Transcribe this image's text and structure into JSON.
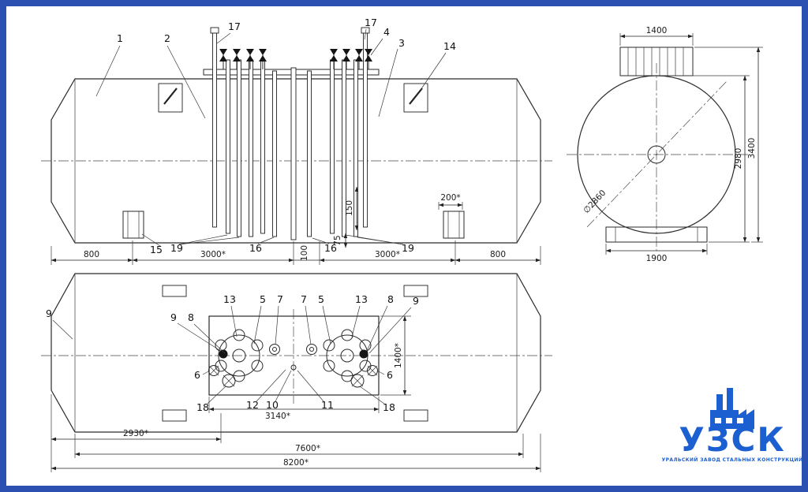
{
  "frame": {
    "border_color": "#2b50b2",
    "bg": "#ffffff"
  },
  "side_view": {
    "callouts": {
      "c1": "1",
      "c2": "2",
      "c17a": "17",
      "c17b": "17",
      "c4": "4",
      "c3": "3",
      "c14": "14",
      "c15": "15",
      "c19a": "19",
      "c16a": "16",
      "c16b": "16",
      "c19b": "19"
    },
    "dims": {
      "d800l": "800",
      "d3000l": "3000*",
      "d100": "100",
      "d3000r": "3000*",
      "d800r": "800",
      "d150": "150",
      "d75": "75",
      "d200": "200*"
    }
  },
  "end_view": {
    "dims": {
      "d1400": "1400",
      "d2980": "2980",
      "d3400": "3400",
      "ddia": "∅2860",
      "d1900": "1900"
    }
  },
  "top_view": {
    "callouts": {
      "c9far": "9",
      "c9l": "9",
      "c8l": "8",
      "c13a": "13",
      "c5a": "5",
      "c7a": "7",
      "c7b": "7",
      "c5b": "5",
      "c13b": "13",
      "c8b": "8",
      "c9b": "9",
      "c6a": "6",
      "c6b": "6",
      "c18a": "18",
      "c12": "12",
      "c10": "10",
      "c11": "11",
      "c18b": "18"
    },
    "dims": {
      "d1400": "1400*",
      "d3140": "3140*",
      "d2930": "2930*",
      "d7600": "7600*",
      "d8200": "8200*"
    }
  },
  "logo": {
    "name": "УЗСК",
    "tagline": "УРАЛЬСКИЙ ЗАВОД СТАЛЬНЫХ КОНСТРУКЦИЙ",
    "color": "#1b5fd0"
  }
}
